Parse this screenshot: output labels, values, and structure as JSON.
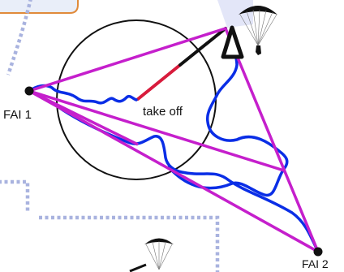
{
  "labels": {
    "fai1": "FAI 1",
    "fai2": "FAI 2",
    "takeoff": "take off"
  },
  "icons": [
    "paraglider-icon",
    "paraglider-icon"
  ],
  "colors": {
    "triangle": "#c51fcc",
    "track": "#0a2ee6",
    "takeoff_line": "#d81b3c",
    "circle": "#111111",
    "dotted_path": "#a9b3df",
    "corner_banner": "#e9eef9",
    "glider_canopy": "#111111"
  }
}
